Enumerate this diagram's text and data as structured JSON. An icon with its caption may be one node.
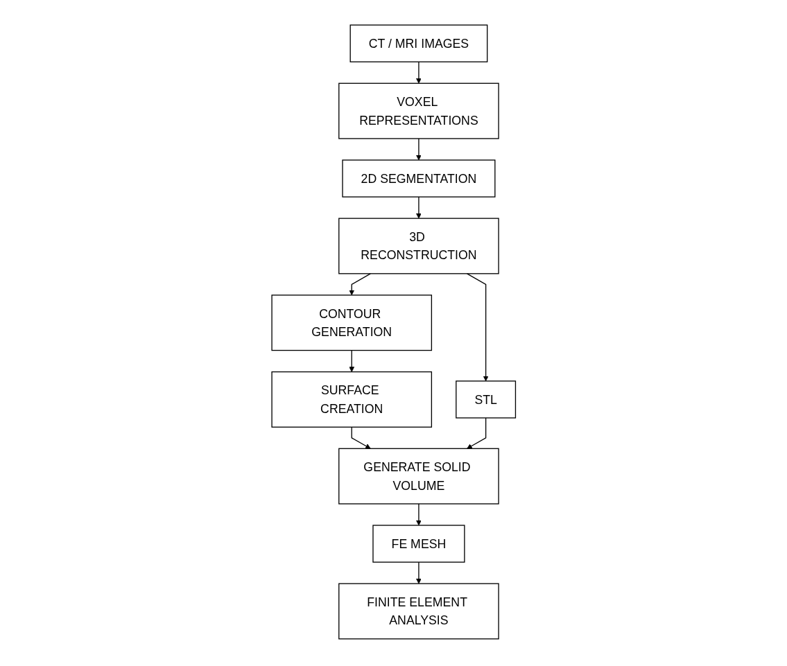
{
  "diagram": {
    "nodes": [
      {
        "text": [
          "CT / MRI IMAGES"
        ]
      },
      {
        "text": [
          "VOXEL REPRESENTATIONS"
        ]
      },
      {
        "text": [
          "2D SEGMENTATION"
        ]
      },
      {
        "text": [
          "3D RECONSTRUCTION"
        ]
      },
      {
        "text": [
          "CONTOUR GENERATION"
        ]
      },
      {
        "text": [
          "STL"
        ]
      },
      {
        "text": [
          "SURFACE CREATION"
        ]
      },
      {
        "text": [
          "GENERATE SOLID VOLUME"
        ]
      },
      {
        "text": [
          "FE MESH"
        ]
      },
      {
        "text": [
          "FINITE ELEMENT ANALYSIS"
        ]
      }
    ],
    "edges": [
      {
        "from": 0,
        "to": 1,
        "arrow": "to"
      },
      {
        "from": 1,
        "to": 2,
        "arrow": "to"
      },
      {
        "from": 2,
        "to": 3,
        "arrow": "to"
      },
      {
        "from": 3,
        "to": 4,
        "arrow": "to"
      },
      {
        "from": 3,
        "to": 5,
        "arrow": "to"
      },
      {
        "from": 4,
        "to": 6,
        "arrow": "to"
      },
      {
        "from": 6,
        "to": 7,
        "arrow": "to"
      },
      {
        "from": 5,
        "to": 7,
        "arrow": "to"
      },
      {
        "from": 7,
        "to": 8,
        "arrow": "to"
      },
      {
        "from": 8,
        "to": 9,
        "arrow": "to"
      }
    ]
  }
}
